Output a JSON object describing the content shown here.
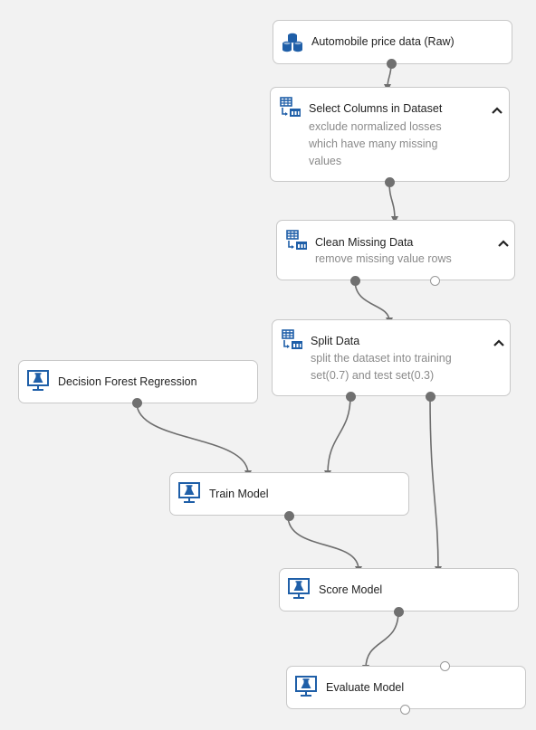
{
  "nodes": {
    "automobile": {
      "title": "Automobile price data (Raw)",
      "icon": "dataset-icon"
    },
    "select_columns": {
      "title": "Select Columns in Dataset",
      "desc_lines": [
        "exclude normalized losses",
        "which have many missing",
        "values"
      ],
      "icon": "table-transform-icon"
    },
    "clean_missing": {
      "title": "Clean Missing Data",
      "desc_lines": [
        "remove missing value rows"
      ],
      "icon": "table-transform-icon"
    },
    "split_data": {
      "title": "Split Data",
      "desc_lines": [
        "split the dataset into training",
        "set(0.7) and test set(0.3)"
      ],
      "icon": "table-transform-icon"
    },
    "decision_forest": {
      "title": "Decision Forest Regression",
      "icon": "ml-model-icon"
    },
    "train_model": {
      "title": "Train Model",
      "icon": "ml-model-icon"
    },
    "score_model": {
      "title": "Score Model",
      "icon": "ml-model-icon"
    },
    "evaluate_model": {
      "title": "Evaluate Model",
      "icon": "ml-model-icon"
    }
  },
  "colors": {
    "canvas": "#f2f2f2",
    "node_border": "#c8c8c8",
    "connector": "#6e6e6e",
    "icon_blue": "#1f5fa8"
  }
}
